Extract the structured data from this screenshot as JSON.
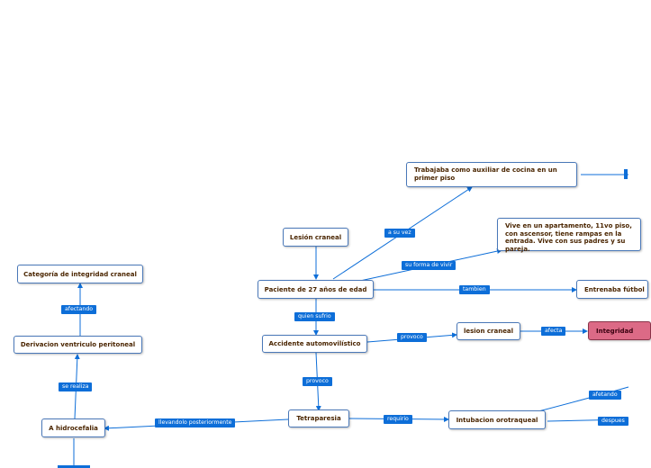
{
  "nodes": {
    "lesion_craneal_top": "Lesión craneal",
    "paciente": "Paciente de 27 años de edad",
    "trabajaba": "Trabajaba como auxiliar de cocina en un primer piso",
    "vive": "Vive en un apartamento, 11vo piso, con ascensor, tiene rampas en la entrada. Vive con sus padres y su pareja.",
    "entrenaba": "Entrenaba fútbol",
    "accidente": "Accidente automovilístico",
    "lesion_craneal_mid": "lesion craneal",
    "integridad": "Integridad",
    "tetraparesia": "Tetraparesia",
    "intubacion": "Intubacion orotraqueal",
    "hidrocefalia": "A hidrocefalia",
    "derivacion": "Derivacion ventriculo peritoneal",
    "categoria": "Categoría de integridad craneal"
  },
  "links": {
    "a_su_vez": "a su vez",
    "su_forma_de_vivir": "su forma de vivir",
    "tambien": "tambien",
    "quien_sufrio": "quien sufrio",
    "provoco_1": "provoco",
    "afecta": "afecta",
    "provoco_2": "provoco",
    "requirio": "requirio",
    "afetando": "afetando",
    "despues": "despues",
    "llevandolo": "llevandolo posteriormente",
    "se_realiza": "se realiza",
    "afectando": "afectando"
  },
  "colors": {
    "node_border": "#4a78b8",
    "node_text": "#4a2500",
    "link_label_bg": "#0d6ed8",
    "highlight_node": "#dc6a86"
  }
}
